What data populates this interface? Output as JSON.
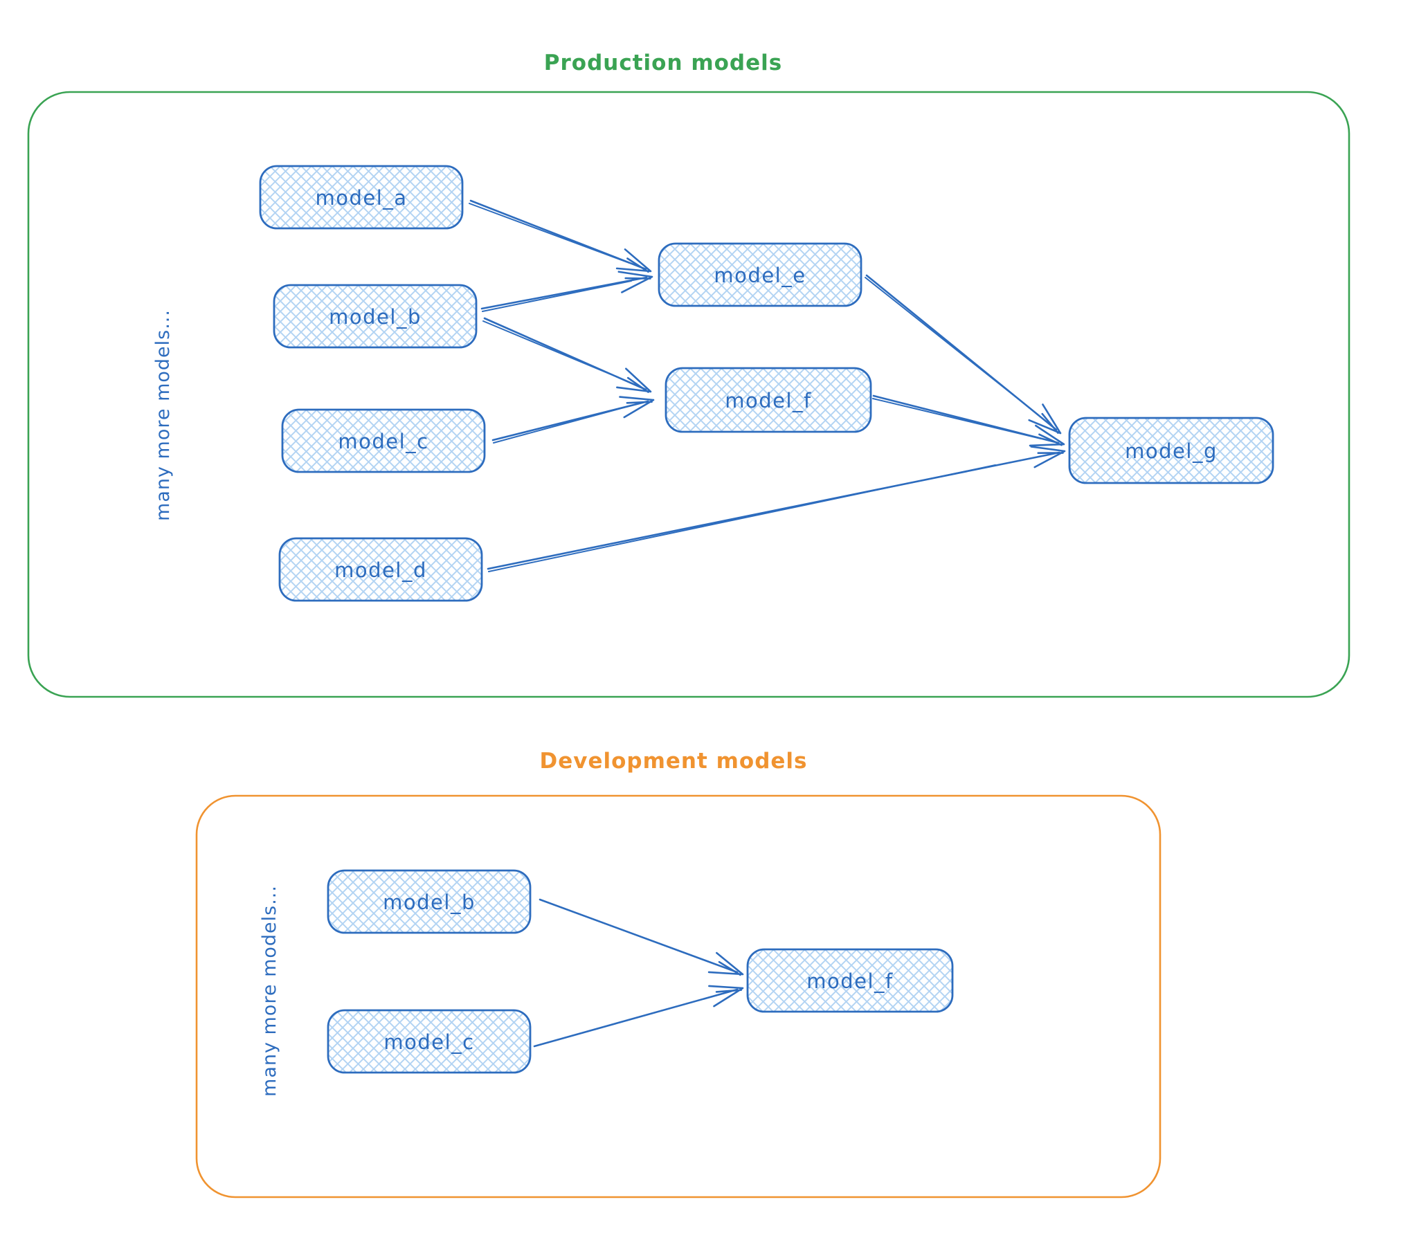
{
  "colors": {
    "node_stroke": "#2d6cbe",
    "node_hatch": "#b3d4f3",
    "arrow": "#2d6cbe",
    "production_accent": "#3aa353",
    "development_accent": "#f09330",
    "bg": "#ffffff"
  },
  "production": {
    "title": "Production models",
    "side_label": "many more models...",
    "nodes": [
      {
        "id": "model_a",
        "label": "model_a"
      },
      {
        "id": "model_b",
        "label": "model_b"
      },
      {
        "id": "model_c",
        "label": "model_c"
      },
      {
        "id": "model_d",
        "label": "model_d"
      },
      {
        "id": "model_e",
        "label": "model_e"
      },
      {
        "id": "model_f",
        "label": "model_f"
      },
      {
        "id": "model_g",
        "label": "model_g"
      }
    ],
    "edges": [
      {
        "from": "model_a",
        "to": "model_e"
      },
      {
        "from": "model_b",
        "to": "model_e"
      },
      {
        "from": "model_b",
        "to": "model_f"
      },
      {
        "from": "model_c",
        "to": "model_f"
      },
      {
        "from": "model_e",
        "to": "model_g"
      },
      {
        "from": "model_f",
        "to": "model_g"
      },
      {
        "from": "model_d",
        "to": "model_g"
      }
    ]
  },
  "development": {
    "title": "Development models",
    "side_label": "many more models...",
    "nodes": [
      {
        "id": "model_b",
        "label": "model_b"
      },
      {
        "id": "model_c",
        "label": "model_c"
      },
      {
        "id": "model_f",
        "label": "model_f"
      }
    ],
    "edges": [
      {
        "from": "model_b",
        "to": "model_f"
      },
      {
        "from": "model_c",
        "to": "model_f"
      }
    ]
  }
}
